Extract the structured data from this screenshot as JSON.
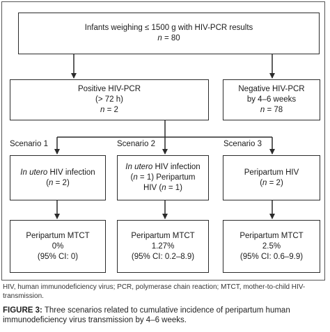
{
  "figure": {
    "top": {
      "line1": "Infants weighing ≤ 1500 g with HIV-PCR results",
      "n_prefix": "n",
      "n_value": " = 80"
    },
    "positive": {
      "line1": "Positive HIV-PCR",
      "line2": "(> 72 h)",
      "n_prefix": "n",
      "n_value": " = 2"
    },
    "negative": {
      "line1": "Negative HIV-PCR",
      "line2": "by 4–6 weeks",
      "n_prefix": "n",
      "n_value": " = 78"
    },
    "scenarios": [
      {
        "label": "Scenario 1",
        "cond": {
          "italic": "In utero",
          "rest": " HIV infection",
          "line2_pre": "(",
          "line2_n": "n",
          "line2_post": " = 2)"
        },
        "result": {
          "line1": "Peripartum MTCT",
          "line2": "0%",
          "line3": "(95% CI: 0)"
        }
      },
      {
        "label": "Scenario 2",
        "cond": {
          "italic": "In utero",
          "rest": " HIV infection",
          "line2_pre": "(",
          "line2_n": "n",
          "line2_mid": " = 1) Peripartum",
          "line3_pre": "HIV (",
          "line3_n": "n",
          "line3_post": " = 1)"
        },
        "result": {
          "line1": "Peripartum MTCT",
          "line2": "1.27%",
          "line3": "(95% CI: 0.2–8.9)"
        }
      },
      {
        "label": "Scenario 3",
        "cond": {
          "line1": "Peripartum HIV",
          "line2_pre": "(",
          "line2_n": "n",
          "line2_post": " = 2)"
        },
        "result": {
          "line1": "Peripartum MTCT",
          "line2": "2.5%",
          "line3": "(95% CI: 0.6–9.9)"
        }
      }
    ]
  },
  "footnote": "HIV, human immunodeficiency virus; PCR, polymerase chain reaction; MTCT, mother-to-child HIV-transmission.",
  "caption": {
    "label": "FIGURE 3:",
    "text": " Three scenarios related to cumulative incidence of peripartum human immunodeficiency virus transmission by 4–6 weeks."
  }
}
